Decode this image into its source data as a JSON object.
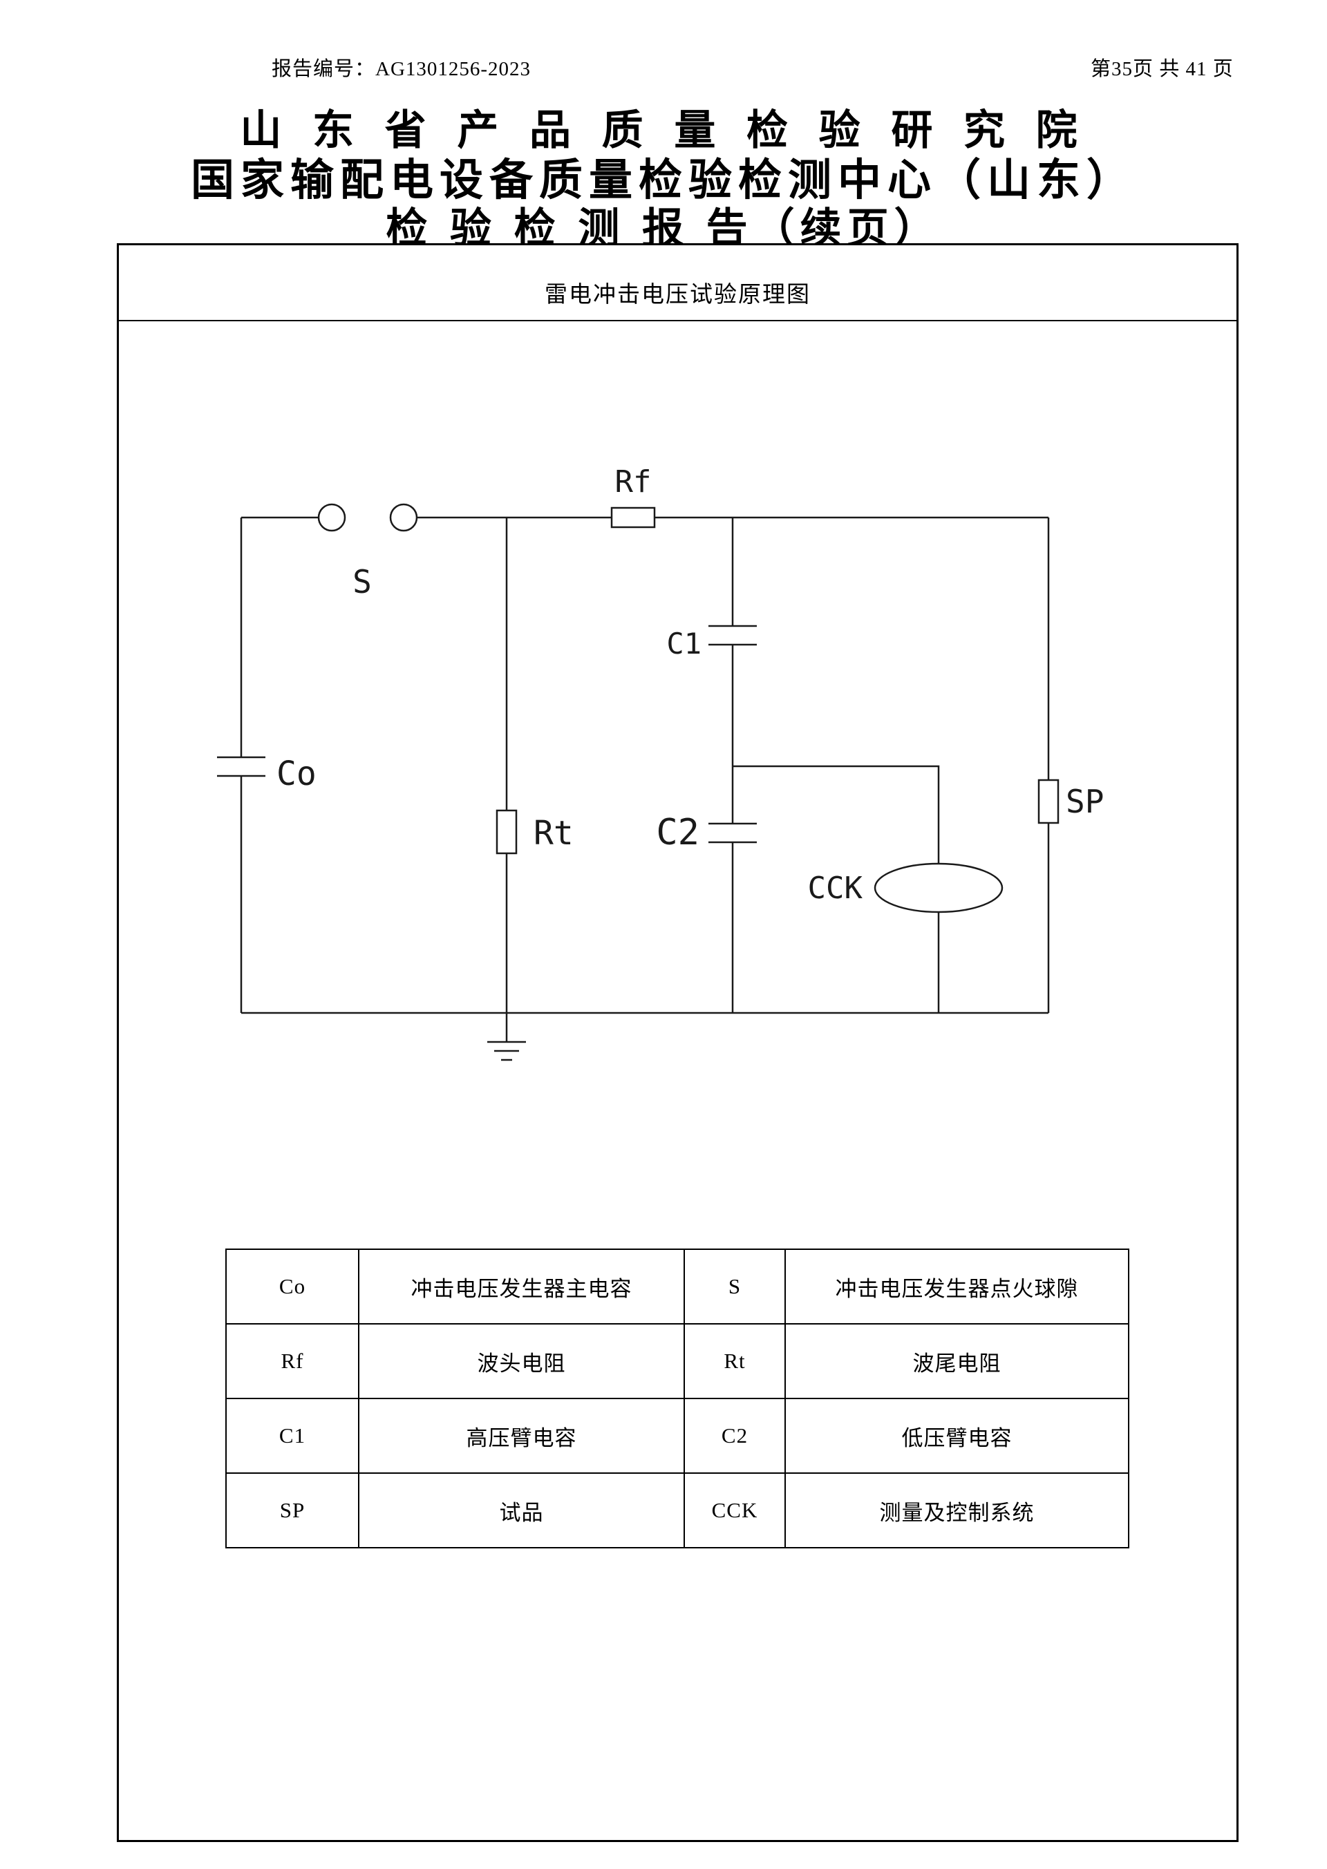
{
  "header": {
    "report_no": "报告编号：AG1301256-2023",
    "page_info": "第35页 共 41 页"
  },
  "titles": {
    "line1": "山 东 省 产 品 质 量 检 验 研 究 院",
    "line2": "国家输配电设备质量检验检测中心（山东）",
    "line3": "检 验 检 测 报 告（续页）"
  },
  "diagram": {
    "title": "雷电冲击电压试验原理图",
    "labels": {
      "s": "S",
      "rf": "Rf",
      "co": "Co",
      "rt": "Rt",
      "c1": "C1",
      "c2": "C2",
      "sp": "SP",
      "cck": "CCK"
    }
  },
  "legend": {
    "rows": [
      [
        "Co",
        "冲击电压发生器主电容",
        "S",
        "冲击电压发生器点火球隙"
      ],
      [
        "Rf",
        "波头电阻",
        "Rt",
        "波尾电阻"
      ],
      [
        "C1",
        "高压臂电容",
        "C2",
        "低压臂电容"
      ],
      [
        "SP",
        "试品",
        "CCK",
        "测量及控制系统"
      ]
    ]
  }
}
